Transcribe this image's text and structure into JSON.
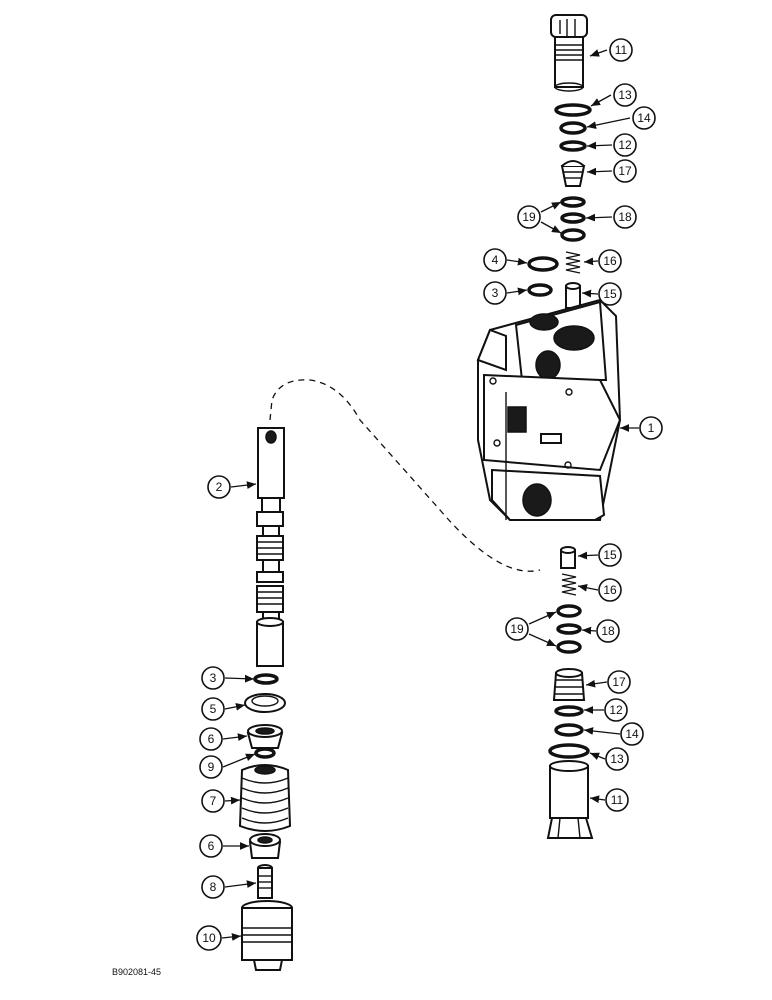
{
  "figure": {
    "reference_code": "B902081-45"
  },
  "callouts": {
    "c1": "1",
    "c2": "2",
    "c3_top": "3",
    "c3_bottom": "3",
    "c4": "4",
    "c5": "5",
    "c6_top": "6",
    "c6_bottom": "6",
    "c7": "7",
    "c8": "8",
    "c9": "9",
    "c10": "10",
    "c11_top": "11",
    "c11_bottom": "11",
    "c12_top": "12",
    "c12_bottom": "12",
    "c13_top": "13",
    "c13_bottom": "13",
    "c14_top": "14",
    "c14_bottom": "14",
    "c15_top": "15",
    "c15_bottom": "15",
    "c16_top": "16",
    "c16_bottom": "16",
    "c17_top": "17",
    "c17_bottom": "17",
    "c18_top": "18",
    "c18_bottom": "18",
    "c19_top": "19",
    "c19_bottom": "19"
  }
}
